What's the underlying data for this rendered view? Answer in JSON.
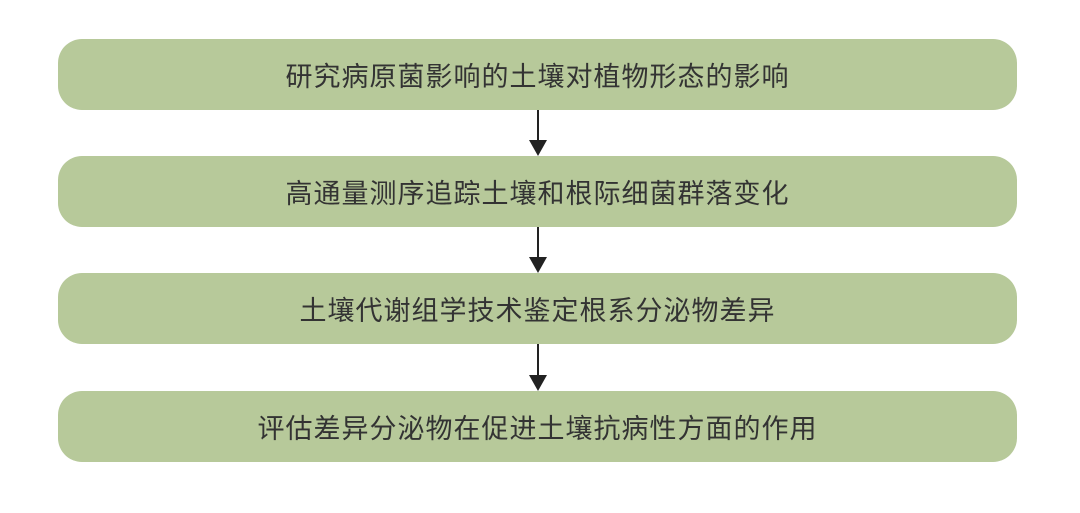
{
  "diagram": {
    "type": "flowchart",
    "box_color": "#b7c99a",
    "text_color": "#333333",
    "steps": [
      {
        "label": "研究病原菌影响的土壤对植物形态的影响"
      },
      {
        "label": "高通量测序追踪土壤和根际细菌群落变化"
      },
      {
        "label": "土壤代谢组学技术鉴定根系分泌物差异"
      },
      {
        "label": "评估差异分泌物在促进土壤抗病性方面的作用"
      }
    ],
    "connectors": [
      {
        "from": 0,
        "to": 1,
        "icon": "arrow-down-icon"
      },
      {
        "from": 1,
        "to": 2,
        "icon": "arrow-down-icon"
      },
      {
        "from": 2,
        "to": 3,
        "icon": "arrow-down-icon"
      }
    ]
  }
}
